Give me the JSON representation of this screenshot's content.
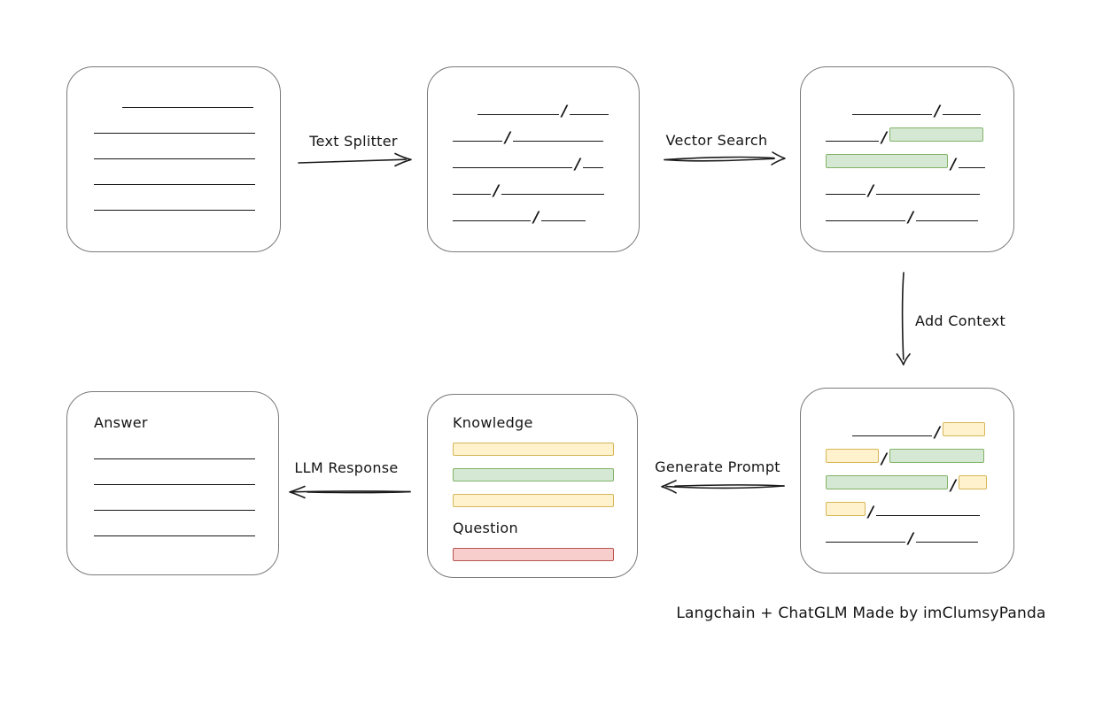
{
  "colors": {
    "green_fill": "#d5e8d4",
    "green_stroke": "#82b366",
    "yellow_fill": "#fff2cc",
    "yellow_stroke": "#d6b656",
    "red_fill": "#f8cecc",
    "red_stroke": "#b85450"
  },
  "slash": "/",
  "arrows": {
    "text_splitter": {
      "label": "Text Splitter"
    },
    "vector_search": {
      "label": "Vector Search"
    },
    "add_context": {
      "label": "Add Context"
    },
    "generate_prompt": {
      "label": "Generate Prompt"
    },
    "llm_response": {
      "label": "LLM Response"
    }
  },
  "caption": "Langchain + ChatGLM Made by imClumsyPanda",
  "boxes": {
    "document": {
      "lines": [
        {
          "indent": 32,
          "w": 148
        },
        {
          "indent": 0,
          "w": 182
        },
        {
          "indent": 0,
          "w": 182
        },
        {
          "indent": 0,
          "w": 182
        },
        {
          "indent": 0,
          "w": 182
        }
      ]
    },
    "chunks": {
      "rows": [
        {
          "indent": 28,
          "segs": [
            {
              "t": "line",
              "w": 92
            },
            {
              "t": "line",
              "w": 44
            }
          ]
        },
        {
          "indent": 0,
          "segs": [
            {
              "t": "line",
              "w": 56
            },
            {
              "t": "line",
              "w": 102
            }
          ]
        },
        {
          "indent": 0,
          "segs": [
            {
              "t": "line",
              "w": 135
            },
            {
              "t": "line",
              "w": 23
            }
          ]
        },
        {
          "indent": 0,
          "segs": [
            {
              "t": "line",
              "w": 43
            },
            {
              "t": "line",
              "w": 116
            }
          ]
        },
        {
          "indent": 0,
          "segs": [
            {
              "t": "line",
              "w": 88
            },
            {
              "t": "line",
              "w": 50
            }
          ]
        }
      ]
    },
    "vector": {
      "rows": [
        {
          "indent": 30,
          "segs": [
            {
              "t": "line",
              "w": 90
            },
            {
              "t": "line",
              "w": 43
            }
          ]
        },
        {
          "indent": 0,
          "segs": [
            {
              "t": "line",
              "w": 60
            },
            {
              "t": "green",
              "w": 106
            }
          ]
        },
        {
          "indent": 0,
          "segs": [
            {
              "t": "green",
              "w": 138
            },
            {
              "t": "line",
              "w": 30
            }
          ]
        },
        {
          "indent": 0,
          "segs": [
            {
              "t": "line",
              "w": 45
            },
            {
              "t": "line",
              "w": 117
            }
          ]
        },
        {
          "indent": 0,
          "segs": [
            {
              "t": "line",
              "w": 90
            },
            {
              "t": "line",
              "w": 70
            }
          ]
        }
      ]
    },
    "context": {
      "rows": [
        {
          "indent": 30,
          "segs": [
            {
              "t": "line",
              "w": 90
            },
            {
              "t": "yellow",
              "w": 48
            }
          ]
        },
        {
          "indent": 0,
          "segs": [
            {
              "t": "yellow",
              "w": 60
            },
            {
              "t": "green",
              "w": 107
            }
          ]
        },
        {
          "indent": 0,
          "segs": [
            {
              "t": "green",
              "w": 138
            },
            {
              "t": "yellow",
              "w": 32
            }
          ]
        },
        {
          "indent": 0,
          "segs": [
            {
              "t": "yellow",
              "w": 45
            },
            {
              "t": "line",
              "w": 117
            }
          ]
        },
        {
          "indent": 0,
          "segs": [
            {
              "t": "line",
              "w": 90
            },
            {
              "t": "line",
              "w": 70
            }
          ]
        }
      ]
    },
    "prompt": {
      "knowledge_label": "Knowledge",
      "question_label": "Question",
      "knowledge_bars": [
        {
          "t": "yellow"
        },
        {
          "t": "green"
        },
        {
          "t": "yellow"
        }
      ],
      "question_bars": [
        {
          "t": "red"
        }
      ]
    },
    "answer": {
      "label": "Answer",
      "lines": [
        {
          "indent": 0,
          "w": 182
        },
        {
          "indent": 0,
          "w": 182
        },
        {
          "indent": 0,
          "w": 182
        },
        {
          "indent": 0,
          "w": 182
        }
      ]
    }
  }
}
